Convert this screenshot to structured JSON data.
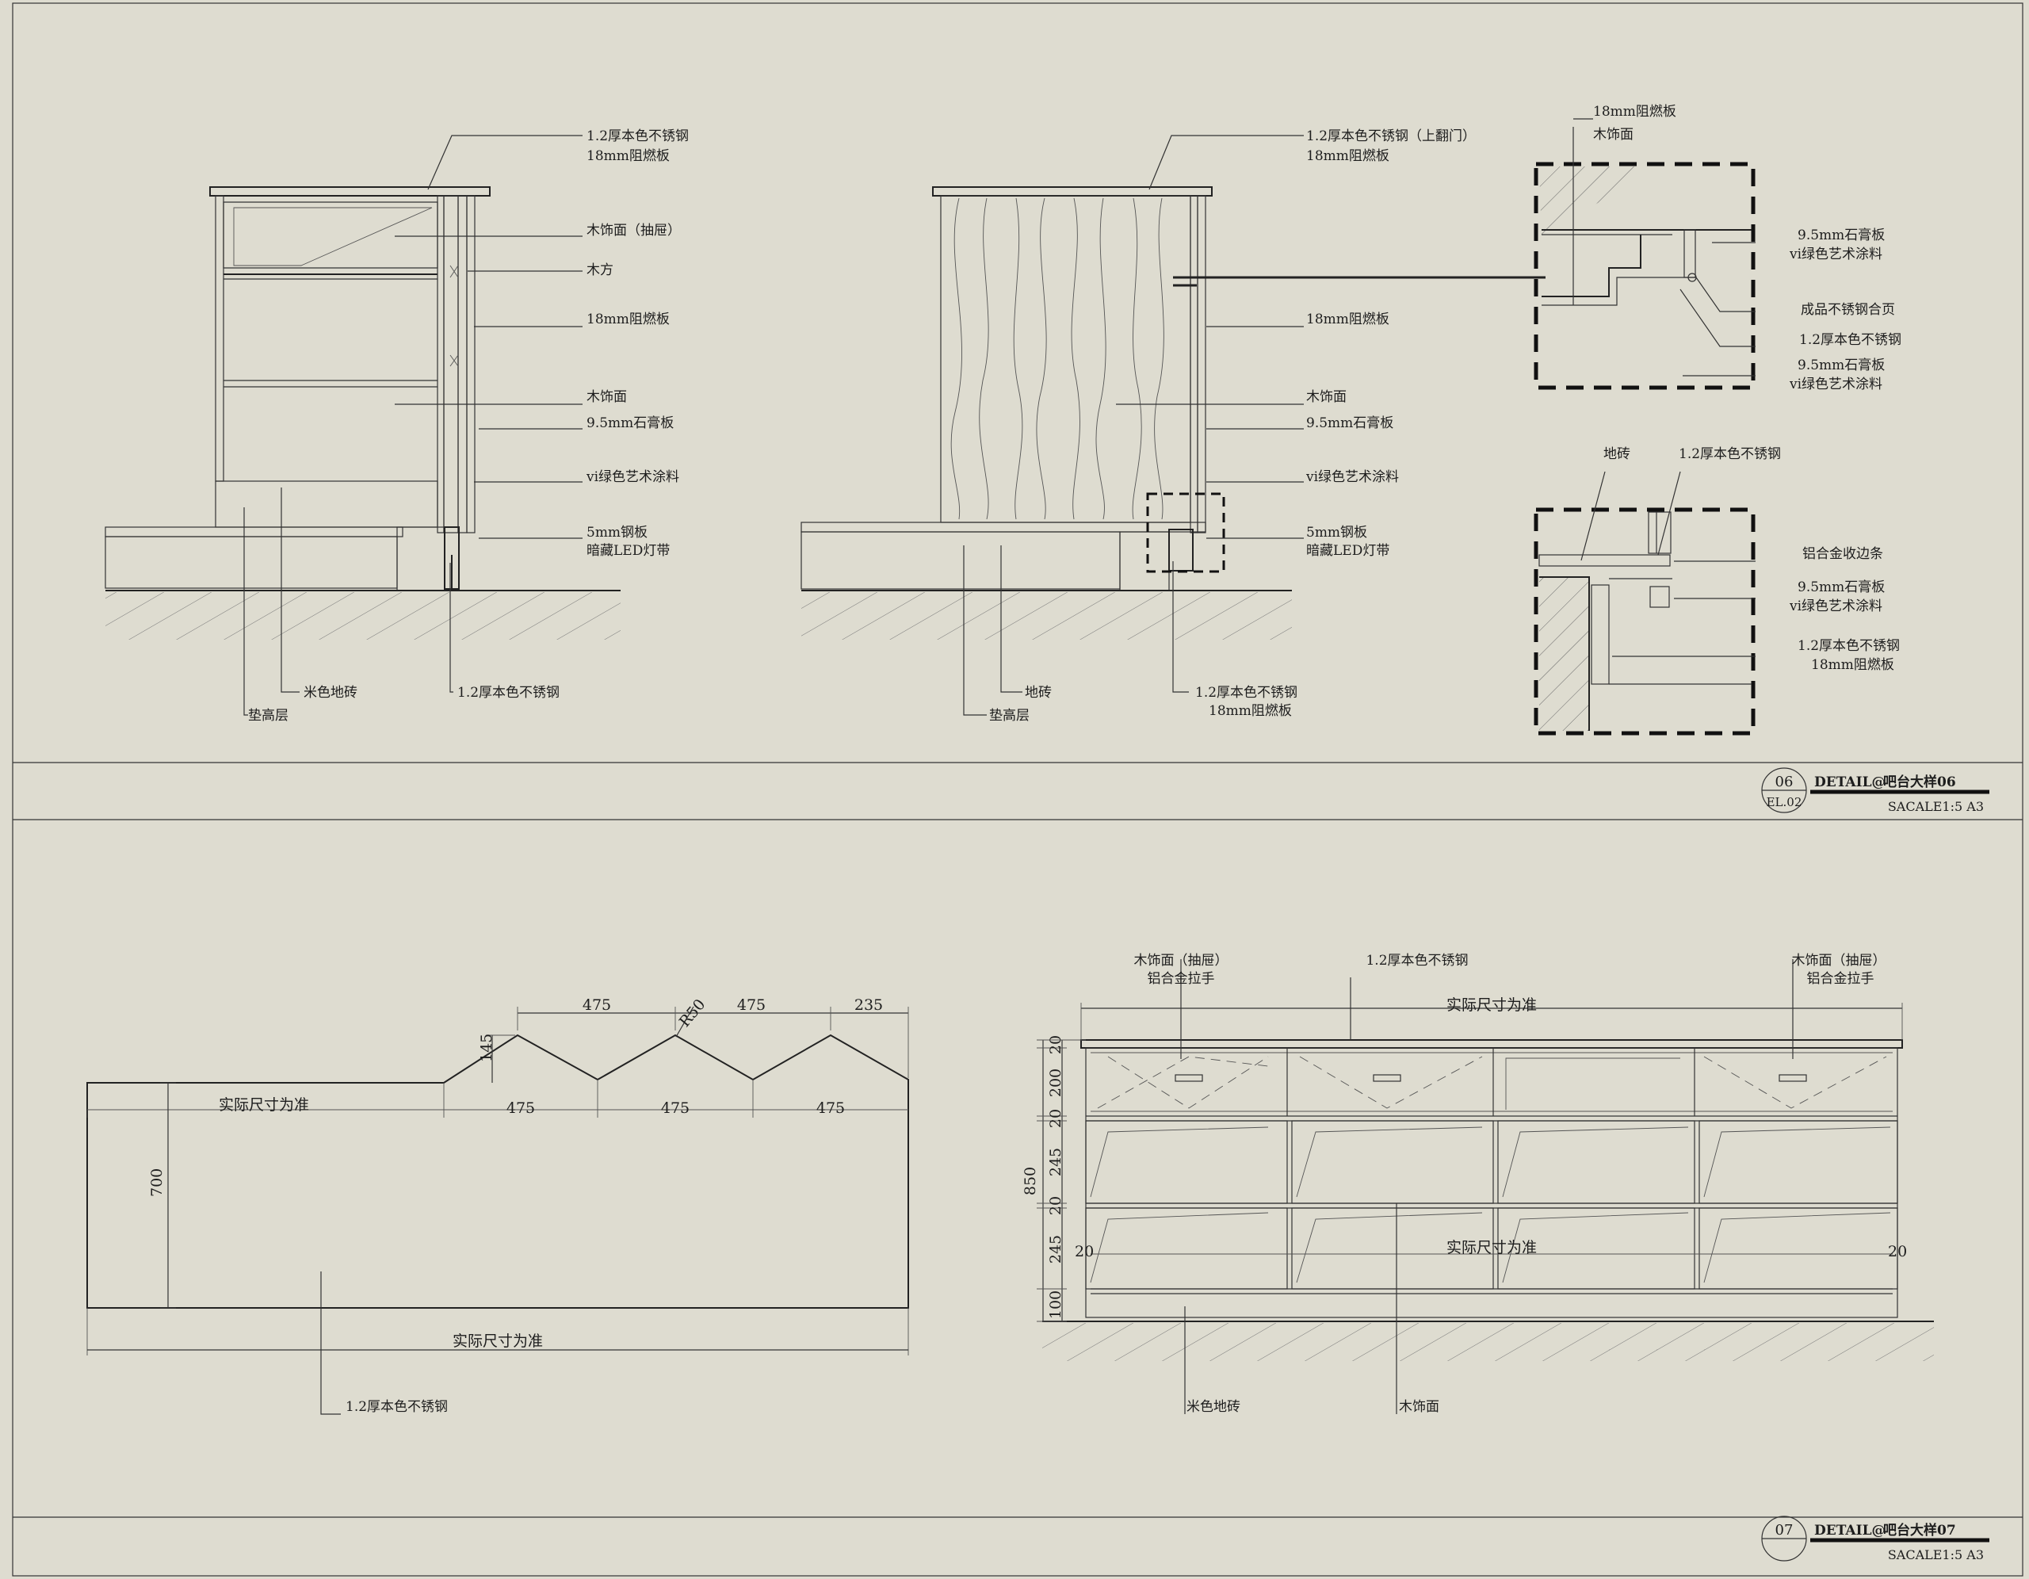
{
  "colors": {
    "paper": "#dedcd0",
    "ink": "#222222"
  },
  "detail06": {
    "number": "06",
    "ref": "EL.02",
    "title_prefix": "DETAIL@",
    "title": "吧台大样06",
    "scale": "SACALE1:5 A3",
    "section_a": {
      "labels": [
        "1.2厚本色不锈钢",
        "18mm阻燃板",
        "木饰面（抽屉）",
        "木方",
        "18mm阻燃板",
        "木饰面",
        "9.5mm石膏板",
        "vi绿色艺术涂料",
        "5mm钢板",
        "暗藏LED灯带"
      ],
      "bottom_labels": [
        "米色地砖",
        "垫高层",
        "1.2厚本色不锈钢"
      ]
    },
    "section_b": {
      "labels": [
        "1.2厚本色不锈钢（上翻门）",
        "18mm阻燃板",
        "18mm阻燃板",
        "木饰面",
        "9.5mm石膏板",
        "vi绿色艺术涂料",
        "5mm钢板",
        "暗藏LED灯带"
      ],
      "bottom_labels": [
        "地砖",
        "垫高层",
        "1.2厚本色不锈钢",
        "18mm阻燃板"
      ]
    },
    "zoom_top": {
      "labels_top": [
        "18mm阻燃板",
        "木饰面"
      ],
      "labels_right": [
        "9.5mm石膏板",
        "vi绿色艺术涂料",
        "成品不锈钢合页",
        "1.2厚本色不锈钢",
        "9.5mm石膏板",
        "vi绿色艺术涂料"
      ]
    },
    "zoom_bottom": {
      "labels_top": [
        "地砖",
        "1.2厚本色不锈钢"
      ],
      "labels_right": [
        "铝合金收边条",
        "9.5mm石膏板",
        "vi绿色艺术涂料",
        "1.2厚本色不锈钢",
        "18mm阻燃板"
      ]
    }
  },
  "detail07": {
    "number": "07",
    "title_prefix": "DETAIL@",
    "title": "吧台大样07",
    "scale": "SACALE1:5 A3",
    "panel_left": {
      "dims_top": [
        "475",
        "475",
        "235"
      ],
      "radius": "R50",
      "rise": "145",
      "dims_inner": [
        "475",
        "475",
        "475"
      ],
      "label_actual": "实际尺寸为准",
      "height": "700",
      "width_label": "实际尺寸为准",
      "material": "1.2厚本色不锈钢"
    },
    "panel_right": {
      "top_labels": [
        "木饰面（抽屉）",
        "铝合金拉手",
        "1.2厚本色不锈钢",
        "木饰面（抽屉）",
        "铝合金拉手"
      ],
      "width_label": "实际尺寸为准",
      "inner_label": "实际尺寸为准",
      "v_dims": [
        "20",
        "200",
        "20",
        "245",
        "20",
        "245",
        "100"
      ],
      "total_height": "850",
      "side_dims": [
        "20",
        "20"
      ],
      "bottom_labels": [
        "米色地砖",
        "木饰面"
      ]
    }
  }
}
